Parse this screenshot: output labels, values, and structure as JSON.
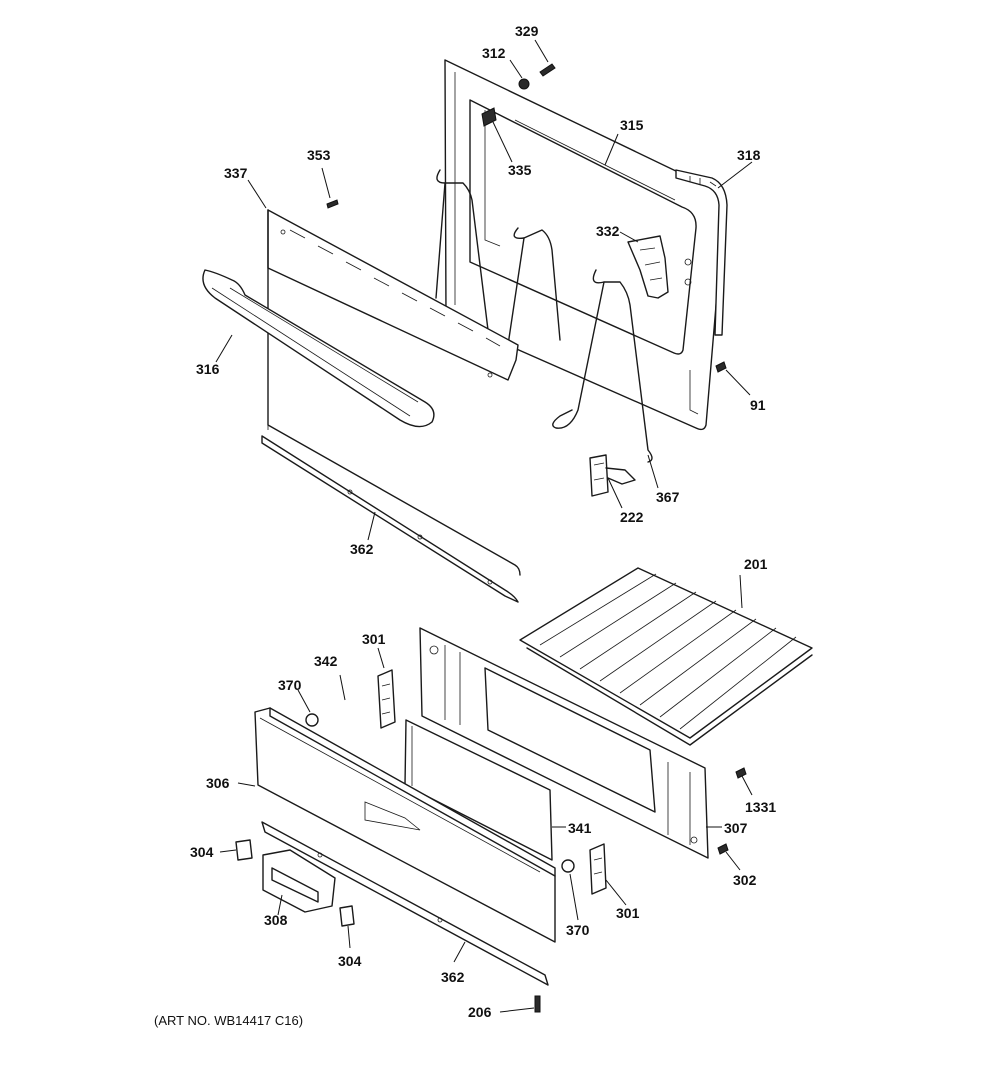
{
  "art_number": "(ART NO. WB14417 C16)",
  "labels": {
    "329": "329",
    "312": "312",
    "315": "315",
    "335": "335",
    "318": "318",
    "353": "353",
    "337": "337",
    "332": "332",
    "316": "316",
    "91": "91",
    "367": "367",
    "222": "222",
    "362a": "362",
    "201": "201",
    "301a": "301",
    "342": "342",
    "370a": "370",
    "306": "306",
    "1331": "1331",
    "341": "341",
    "307": "307",
    "304a": "304",
    "302": "302",
    "308": "308",
    "370b": "370",
    "301b": "301",
    "304b": "304",
    "362b": "362",
    "206": "206"
  }
}
